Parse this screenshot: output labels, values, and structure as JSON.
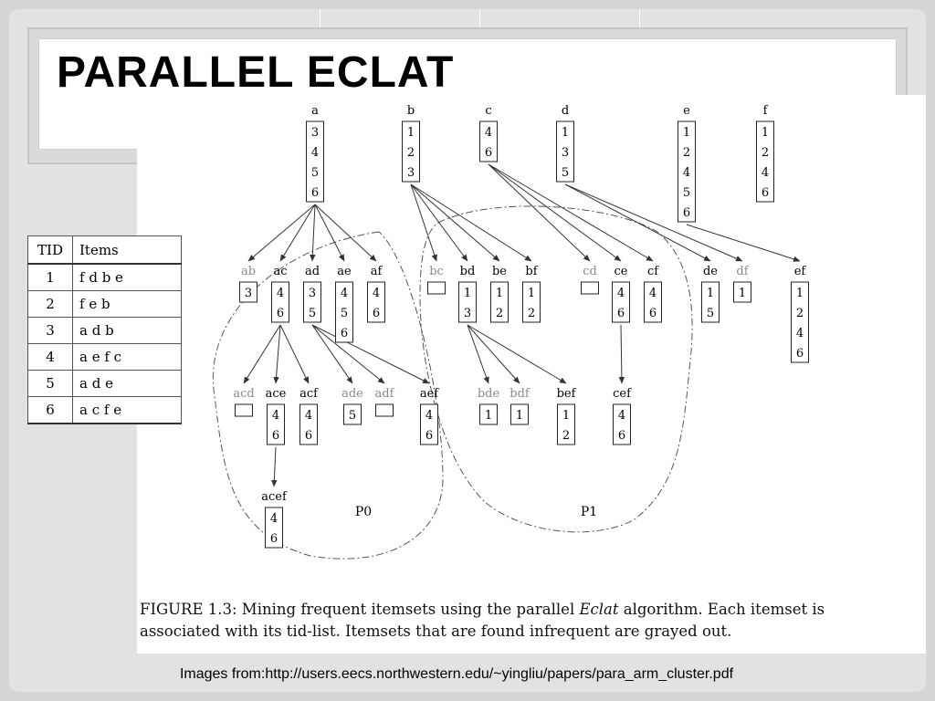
{
  "slide": {
    "title": "PARALLEL ECLAT"
  },
  "table": {
    "headers": [
      "TID",
      "Items"
    ],
    "rows": [
      [
        "1",
        "f d b e"
      ],
      [
        "2",
        "f e b"
      ],
      [
        "3",
        "a d b"
      ],
      [
        "4",
        "a e f c"
      ],
      [
        "5",
        "a d e"
      ],
      [
        "6",
        "a c f e"
      ]
    ]
  },
  "diagram": {
    "nodes": [
      {
        "label": "a",
        "tids": [
          "3",
          "4",
          "5",
          "6"
        ],
        "infrequent": false
      },
      {
        "label": "b",
        "tids": [
          "1",
          "2",
          "3"
        ],
        "infrequent": false
      },
      {
        "label": "c",
        "tids": [
          "4",
          "6"
        ],
        "infrequent": false
      },
      {
        "label": "d",
        "tids": [
          "1",
          "3",
          "5"
        ],
        "infrequent": false
      },
      {
        "label": "e",
        "tids": [
          "1",
          "2",
          "4",
          "5",
          "6"
        ],
        "infrequent": false
      },
      {
        "label": "f",
        "tids": [
          "1",
          "2",
          "4",
          "6"
        ],
        "infrequent": false
      },
      {
        "label": "ab",
        "tids": [
          "3"
        ],
        "infrequent": true
      },
      {
        "label": "ac",
        "tids": [
          "4",
          "6"
        ],
        "infrequent": false
      },
      {
        "label": "ad",
        "tids": [
          "3",
          "5"
        ],
        "infrequent": false
      },
      {
        "label": "ae",
        "tids": [
          "4",
          "5",
          "6"
        ],
        "infrequent": false
      },
      {
        "label": "af",
        "tids": [
          "4",
          "6"
        ],
        "infrequent": false
      },
      {
        "label": "bc",
        "tids": [],
        "infrequent": true
      },
      {
        "label": "bd",
        "tids": [
          "1",
          "3"
        ],
        "infrequent": false
      },
      {
        "label": "be",
        "tids": [
          "1",
          "2"
        ],
        "infrequent": false
      },
      {
        "label": "bf",
        "tids": [
          "1",
          "2"
        ],
        "infrequent": false
      },
      {
        "label": "cd",
        "tids": [],
        "infrequent": true
      },
      {
        "label": "ce",
        "tids": [
          "4",
          "6"
        ],
        "infrequent": false
      },
      {
        "label": "cf",
        "tids": [
          "4",
          "6"
        ],
        "infrequent": false
      },
      {
        "label": "de",
        "tids": [
          "1",
          "5"
        ],
        "infrequent": false
      },
      {
        "label": "df",
        "tids": [
          "1"
        ],
        "infrequent": true
      },
      {
        "label": "ef",
        "tids": [
          "1",
          "2",
          "4",
          "6"
        ],
        "infrequent": false
      },
      {
        "label": "acd",
        "tids": [],
        "infrequent": true
      },
      {
        "label": "ace",
        "tids": [
          "4",
          "6"
        ],
        "infrequent": false
      },
      {
        "label": "acf",
        "tids": [
          "4",
          "6"
        ],
        "infrequent": false
      },
      {
        "label": "ade",
        "tids": [
          "5"
        ],
        "infrequent": true
      },
      {
        "label": "adf",
        "tids": [],
        "infrequent": true
      },
      {
        "label": "aef",
        "tids": [
          "4",
          "6"
        ],
        "infrequent": false
      },
      {
        "label": "bde",
        "tids": [
          "1"
        ],
        "infrequent": true
      },
      {
        "label": "bdf",
        "tids": [
          "1"
        ],
        "infrequent": true
      },
      {
        "label": "bef",
        "tids": [
          "1",
          "2"
        ],
        "infrequent": false
      },
      {
        "label": "cef",
        "tids": [
          "4",
          "6"
        ],
        "infrequent": false
      },
      {
        "label": "acef",
        "tids": [
          "4",
          "6"
        ],
        "infrequent": false
      }
    ],
    "partitions": [
      "P0",
      "P1"
    ],
    "colors": {
      "frequent": "#000000",
      "infrequent": "#8a8a8a",
      "edge": "#333333"
    }
  },
  "caption": {
    "prefix": "FIGURE 1.3: Mining frequent itemsets using the parallel ",
    "emph": "Eclat",
    "suffix": " algorithm. Each itemset is associated with its tid-list. Itemsets that are found infrequent are grayed out."
  },
  "footer": {
    "text": "Images from:http://users.eecs.northwestern.edu/~yingliu/papers/para_arm_cluster.pdf"
  }
}
